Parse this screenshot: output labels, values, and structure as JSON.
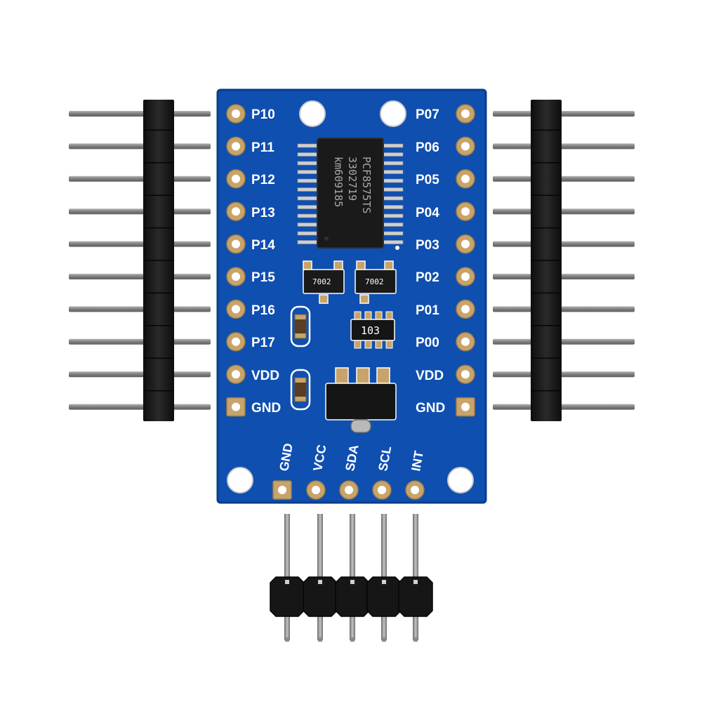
{
  "board": {
    "left_labels": [
      "P10",
      "P11",
      "P12",
      "P13",
      "P14",
      "P15",
      "P16",
      "P17",
      "VDD",
      "GND"
    ],
    "right_labels": [
      "P07",
      "P06",
      "P05",
      "P04",
      "P03",
      "P02",
      "P01",
      "P00",
      "VDD",
      "GND"
    ],
    "bottom_labels": [
      "GND",
      "VCC",
      "SDA",
      "SCL",
      "INT"
    ],
    "chip_marking": [
      "PCF8575TS",
      "3302719",
      "km609185"
    ],
    "transistor_marking": "7002",
    "resistor_array_marking": "103"
  },
  "colors": {
    "pcb": "#0f4fb0",
    "pcb_edge": "#0a3c8c",
    "silkscreen": "#ffffff",
    "header_plastic": "#151515",
    "pin_metal": "#8f8f8f",
    "pad_copper": "#c8a46a"
  }
}
